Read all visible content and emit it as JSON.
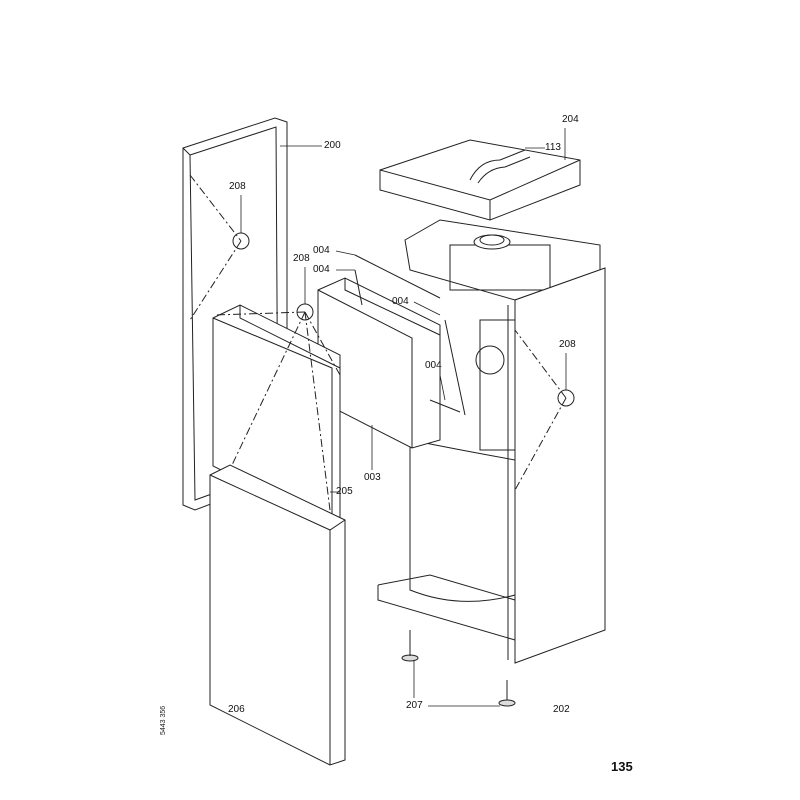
{
  "diagram": {
    "labels": {
      "side_panel_left": "200",
      "clip_left_panel": "208",
      "top_cover": "204",
      "cover_seal": "113",
      "seal_1": "004",
      "seal_2": "004",
      "seal_3": "004",
      "seal_4": "004",
      "clip_front_upper": "208",
      "clip_right_panel": "208",
      "inner_cover": "003",
      "front_panel_upper": "205",
      "front_panel_lower": "206",
      "adjustable_foot": "207",
      "side_panel_right": "202"
    },
    "page_number": "135",
    "document_number": "5443 356"
  }
}
